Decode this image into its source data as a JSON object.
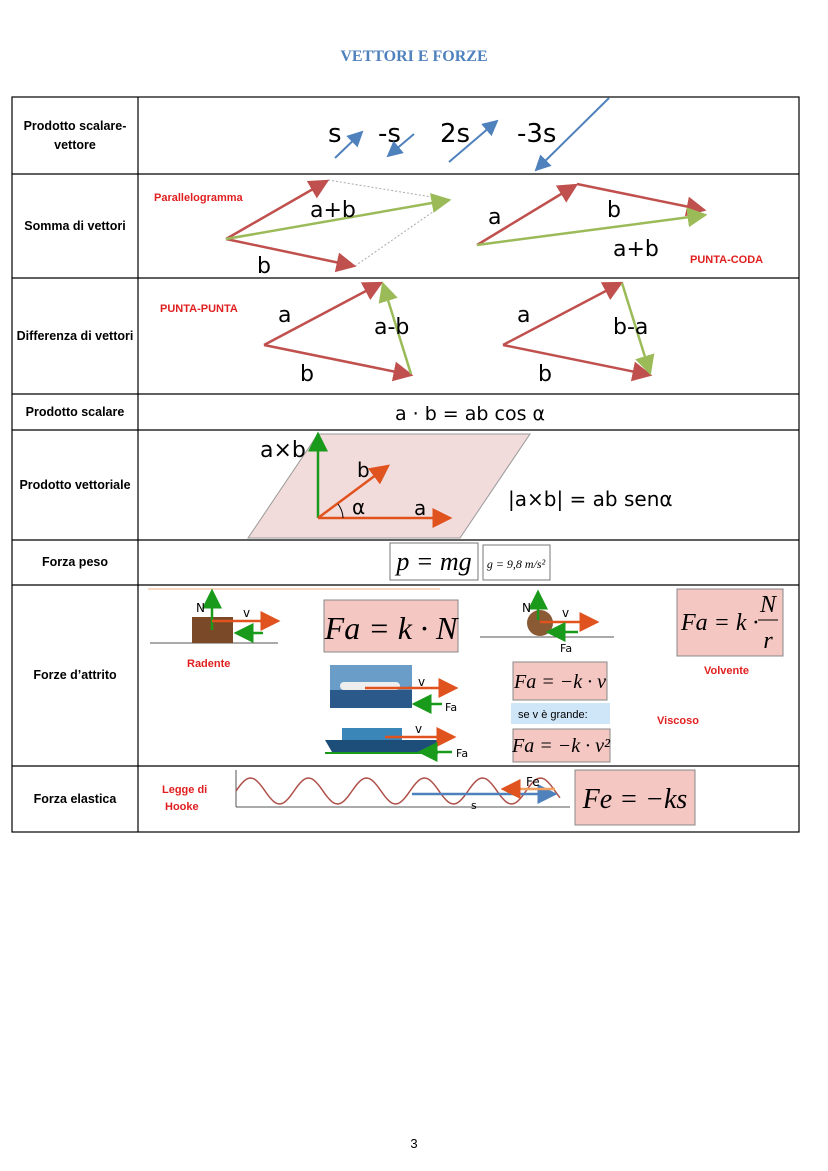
{
  "title": "VETTORI E FORZE",
  "rows": [
    {
      "label": "Prodotto scalare-vettore"
    },
    {
      "label": "Somma di vettori"
    },
    {
      "label": "Differenza di vettori"
    },
    {
      "label": "Prodotto scalare"
    },
    {
      "label": "Prodotto vettoriale"
    },
    {
      "label": "Forza peso"
    },
    {
      "label": "Forze d’attrito"
    },
    {
      "label": "Forza elastica"
    }
  ],
  "scalar_vector": {
    "s": "s",
    "neg_s": "-s",
    "two_s": "2s",
    "neg_three_s": "-3s"
  },
  "sum": {
    "method1": "Parallelogramma",
    "method2": "PUNTA-CODA",
    "a": "a",
    "b": "b",
    "a_plus_b": "a+b"
  },
  "difference": {
    "method": "PUNTA-PUNTA",
    "a": "a",
    "b": "b",
    "a_minus_b": "a-b",
    "b_minus_a": "b-a"
  },
  "dot_product": {
    "formula": "a · b = ab cos α"
  },
  "cross_product": {
    "axb": "a×b",
    "a": "a",
    "b": "b",
    "alpha": "α",
    "formula": "|a×b| = ab senα"
  },
  "weight": {
    "formula": "p = mg",
    "g": "g = 9,8 m/s²"
  },
  "friction": {
    "N": "N",
    "v": "v",
    "Fa": "Fa",
    "radente": "Radente",
    "volvente": "Volvente",
    "viscoso": "Viscoso",
    "f_sliding": "Fa = k · N",
    "f_rolling_left": "Fa = k ·",
    "f_rolling_num": "N",
    "f_rolling_den": "r",
    "f_viscous": "Fa = −k · v",
    "note": "se v è grande:",
    "f_viscous2": "Fa = −k · v²"
  },
  "elastic": {
    "law_line1": "Legge di",
    "law_line2": "Hooke",
    "Fe": "Fe",
    "s": "s",
    "formula": "Fe = −ks"
  },
  "page_number": "3"
}
